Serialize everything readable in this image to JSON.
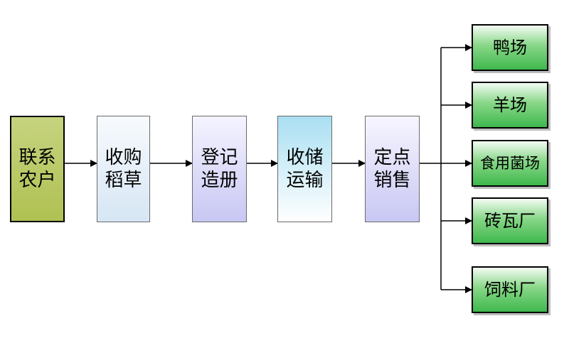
{
  "steps": [
    {
      "label": "联系\n农户"
    },
    {
      "label": "收购\n稻草"
    },
    {
      "label": "登记\n造册"
    },
    {
      "label": "收储\n运输"
    },
    {
      "label": "定点\n销售"
    }
  ],
  "outputs": [
    {
      "label": "鸭场"
    },
    {
      "label": "羊场"
    },
    {
      "label": "食用菌场"
    },
    {
      "label": "砖瓦厂"
    },
    {
      "label": "饲料厂"
    }
  ],
  "colors": {
    "step1": "#b0c152",
    "step2": "#d6e6f4",
    "step3": "#c8c7f3",
    "step4": "#a9dff2",
    "step5": "#c8c7f3",
    "output": "#3fb84d",
    "line": "#000000"
  }
}
